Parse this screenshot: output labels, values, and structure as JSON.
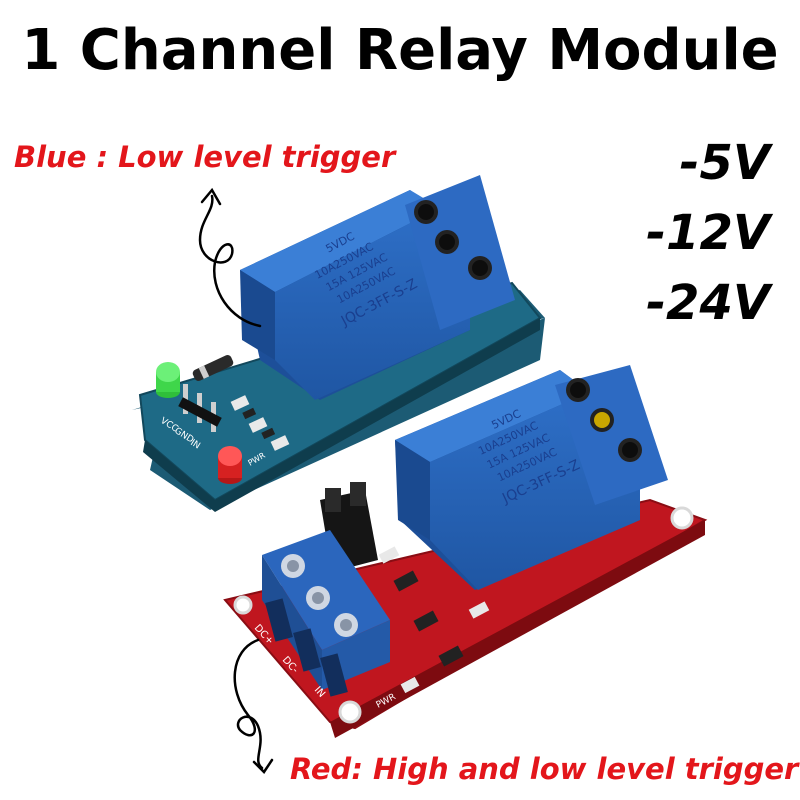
{
  "title": "1 Channel Relay Module",
  "labels": {
    "blue": "Blue : Low level trigger",
    "red": "Red: High and low level trigger"
  },
  "voltages": [
    "-5V",
    "-12V",
    "-24V"
  ],
  "relay": {
    "line1": "5VDC",
    "line2": "10A250VAC",
    "line3": "15A 125VAC",
    "line4": "10A250VAC",
    "model": "JQC-3FF-S-Z"
  },
  "pins_blue": {
    "vcc": "VCC",
    "gnd": "GND",
    "in": "IN",
    "pwr": "PWR"
  },
  "pins_red": {
    "dc_plus": "DC+",
    "dc_minus": "DC-",
    "in": "IN",
    "pwr": "PWR"
  },
  "colors": {
    "label_red": "#e3161b",
    "relay_blue": "#2e6fc7",
    "board_blue": "#1e5f7a",
    "board_red": "#c01a22"
  }
}
